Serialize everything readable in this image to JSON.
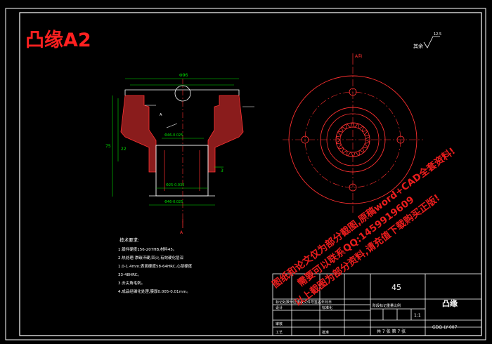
{
  "drawing": {
    "header_title": "凸缘A2",
    "roughness_label": "其余",
    "roughness_value": "12.5",
    "direction_label": "A向",
    "section_label": "A",
    "dims": {
      "top_width": "Φ96",
      "left_height": "75",
      "hole1": "Φ46-0.025",
      "hole2": "Φ25-0.035",
      "hole3": "Φ46-0.025",
      "note_small": "A",
      "dim_22": "22",
      "dim_3": "3"
    }
  },
  "tech_notes": {
    "heading": "技术要求:",
    "lines": [
      "1.锻件硬度156-207HB,材料45。",
      "2.热处理:渗碳淬硬,回火,有效硬化层深",
      "1.0-1.4mm;表面硬度58-64HRC,心部硬度",
      "33-48HRC。",
      "3.去尖角毛刺。",
      "4.成品经磷化处理,膜厚0.005-0.01mm。"
    ]
  },
  "title_block": {
    "material": "45",
    "part_name": "凸缘",
    "scale": "1:1",
    "sheet_info": "共 7 张 第 7 张",
    "drawing_code": "GDQ-LY-007",
    "row_labels": [
      "标记处数分区更改文件号签名年月日",
      "设计",
      "标准化",
      "审核",
      "工艺",
      "批准",
      "阶段标记重量比例"
    ]
  },
  "watermark": {
    "lines": [
      "图纸和论文仅为部分截图,原稿word+CAD全套资料!",
      "需要可以联系QQ:1459919609",
      "以上截图为部分资料,请充值下载购买正版!"
    ],
    "color": "#ff2020"
  },
  "colors": {
    "frame": "#ffffff",
    "part": "#ff3030",
    "dimension": "#00e000",
    "section_fill": "#8a1c1c",
    "center_line": "#ff3030",
    "text": "#ffffff"
  }
}
